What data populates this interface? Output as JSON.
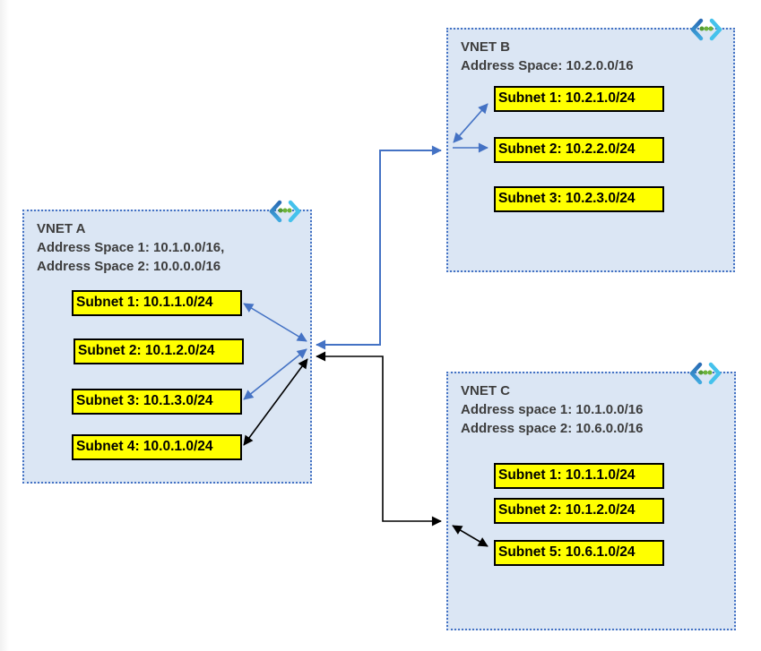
{
  "diagram": {
    "vnets": [
      {
        "title": "VNET A",
        "address_lines": [
          "Address Space 1: 10.1.0.0/16,",
          "Address Space 2: 10.0.0.0/16"
        ],
        "subnets": [
          "Subnet 1: 10.1.1.0/24",
          "Subnet 2: 10.1.2.0/24",
          "Subnet 3: 10.1.3.0/24",
          "Subnet 4: 10.0.1.0/24"
        ]
      },
      {
        "title": "VNET B",
        "address_lines": [
          "Address Space: 10.2.0.0/16"
        ],
        "subnets": [
          "Subnet 1: 10.2.1.0/24",
          "Subnet 2: 10.2.2.0/24",
          "Subnet 3: 10.2.3.0/24"
        ]
      },
      {
        "title": "VNET C",
        "address_lines": [
          "Address space 1: 10.1.0.0/16",
          "Address space 2: 10.6.0.0/16"
        ],
        "subnets": [
          "Subnet 1: 10.1.1.0/24",
          "Subnet 2: 10.1.2.0/24",
          "Subnet 5: 10.6.1.0/24"
        ]
      }
    ],
    "connections": [
      {
        "from": "VNET A",
        "to": "VNET B",
        "bidirectional": true,
        "from_subnets": [
          "Subnet 1: 10.1.1.0/24",
          "Subnet 3: 10.1.3.0/24"
        ],
        "to_subnets": [
          "Subnet 1: 10.2.1.0/24",
          "Subnet 2: 10.2.2.0/24"
        ]
      },
      {
        "from": "VNET A",
        "to": "VNET C",
        "bidirectional": true,
        "from_subnets": [
          "Subnet 4: 10.0.1.0/24"
        ],
        "to_subnets": [
          "Subnet 5: 10.6.1.0/24"
        ]
      }
    ],
    "colors": {
      "vnet_fill": "#dbe6f4",
      "vnet_border": "#4472c4",
      "subnet_fill": "#ffff00",
      "subnet_border": "#000000",
      "text": "#3d3d3d",
      "peering_ab": "#4472c4",
      "peering_ac": "#000000"
    }
  }
}
